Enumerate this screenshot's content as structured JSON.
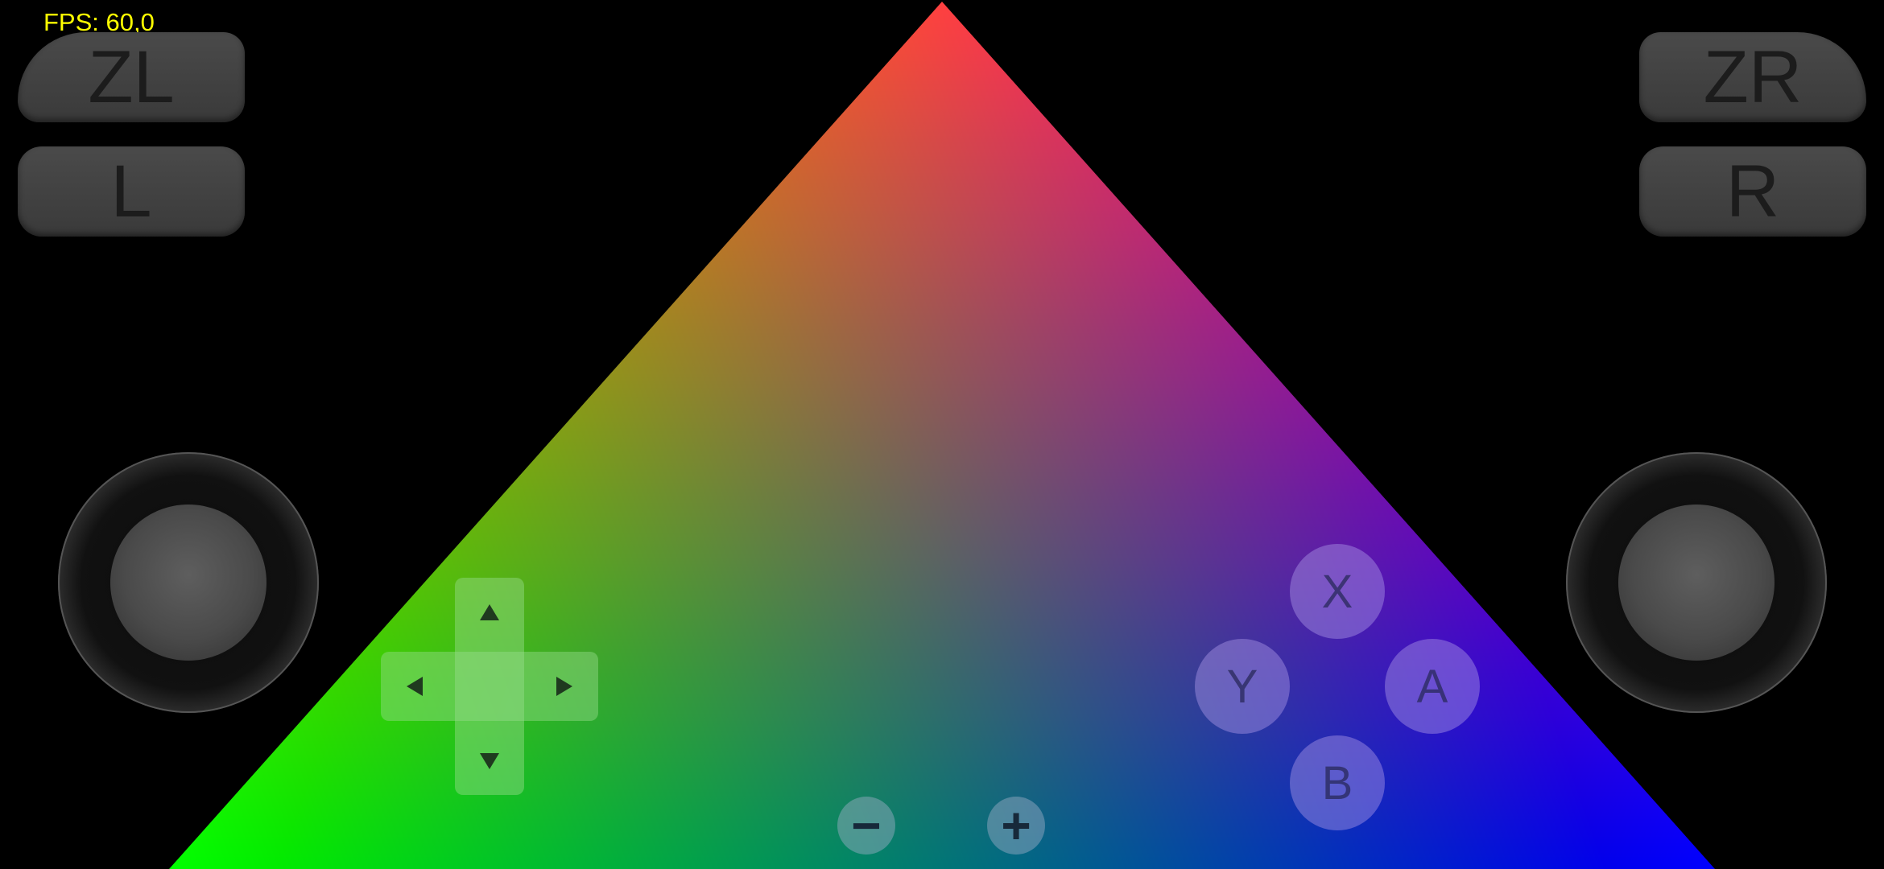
{
  "hud": {
    "fps_text": "FPS: 60,0"
  },
  "shoulder_buttons": {
    "zl": "ZL",
    "l": "L",
    "zr": "ZR",
    "r": "R"
  },
  "face_buttons": {
    "x": "X",
    "y": "Y",
    "a": "A",
    "b": "B"
  },
  "system_buttons": {
    "minus": "−",
    "plus": "+"
  },
  "scene": {
    "triangle_colors": {
      "top": "#ff0000",
      "bottom_left": "#00ff00",
      "bottom_right": "#0000ff"
    },
    "background": "#000000"
  },
  "overlay_colors": {
    "dpad": "#96dc8c",
    "face_buttons": "#aa96e6",
    "system_buttons": "#a0afc8",
    "fps_text": "#ffff00"
  }
}
